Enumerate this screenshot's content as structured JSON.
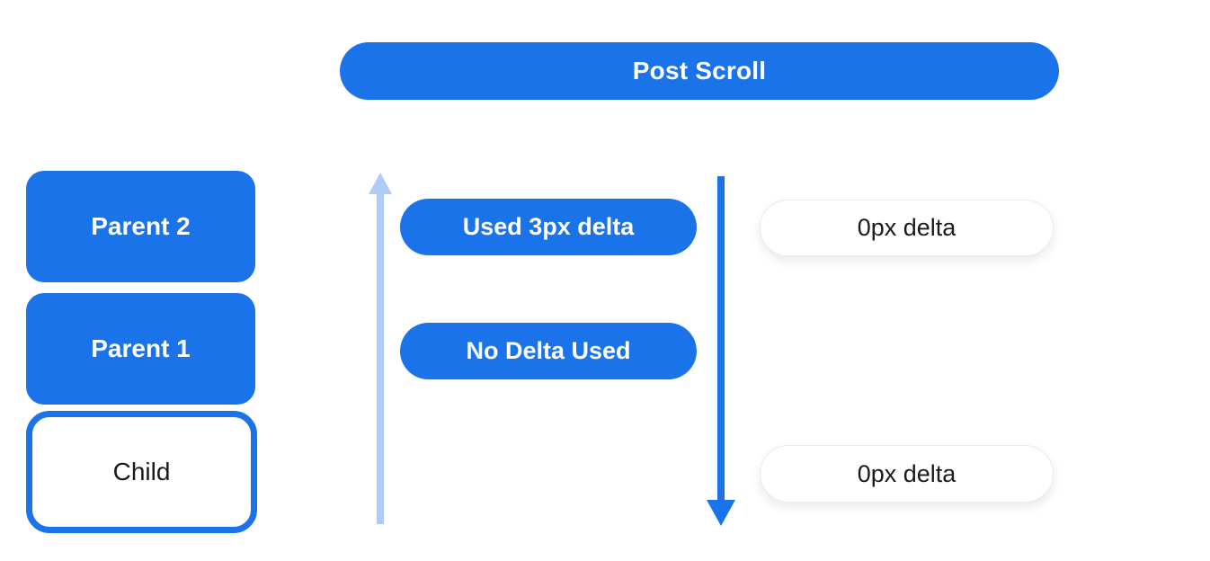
{
  "colors": {
    "primary_blue": "#1A73E8",
    "light_blue": "#AECBFA",
    "text_white": "#FFFFFF",
    "text_dark": "#1A1A1A",
    "white_pill_outline": "#EBEBEB"
  },
  "header": {
    "title": "Post Scroll"
  },
  "hierarchy": {
    "parent2_label": "Parent 2",
    "parent1_label": "Parent 1",
    "child_label": "Child"
  },
  "deltas": {
    "used_delta_label": "Used 3px delta",
    "no_delta_label": "No Delta Used",
    "zero_delta_top_label": "0px delta",
    "zero_delta_bottom_label": "0px delta"
  },
  "icons": {
    "up_arrow": "up-propagation-arrow",
    "down_arrow": "down-scroll-arrow"
  }
}
